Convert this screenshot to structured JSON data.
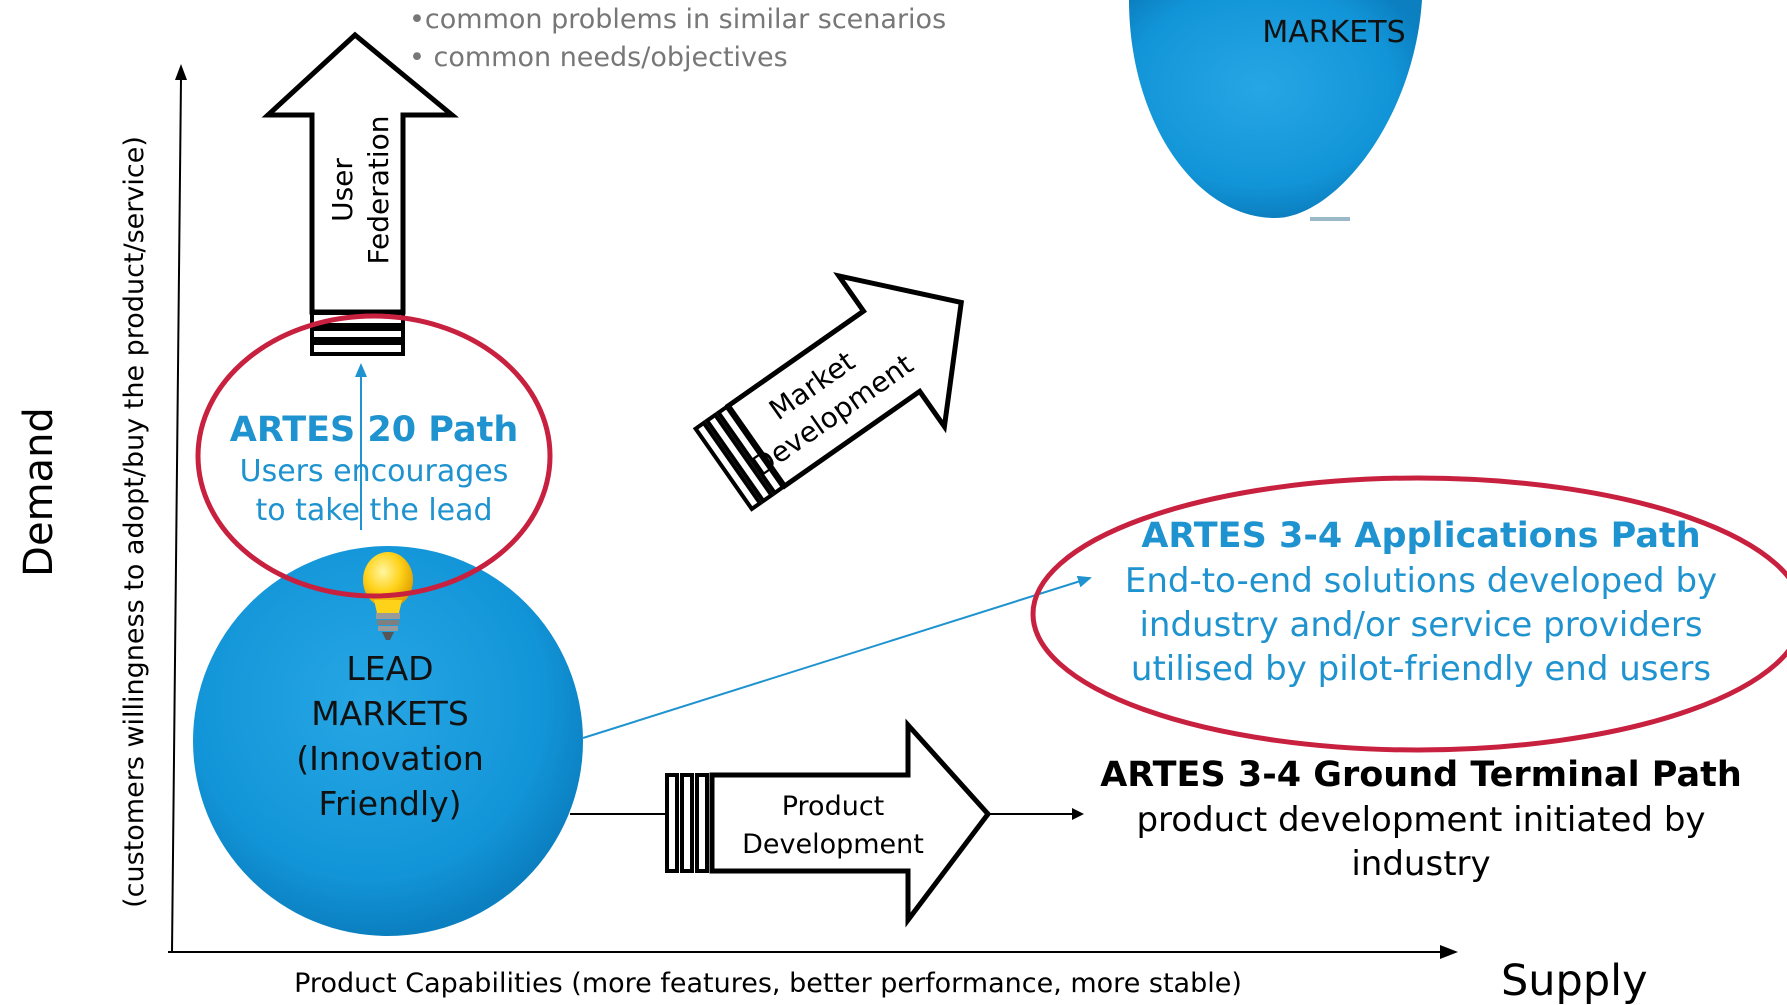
{
  "notes": {
    "line1": "•common problems in similar scenarios",
    "line2": "• common needs/objectives"
  },
  "markets": {
    "mature_partial": "MARKETS",
    "lead_line1": "LEAD",
    "lead_line2": "MARKETS",
    "lead_line3": "(Innovation",
    "lead_line4": "Friendly)"
  },
  "arrows": {
    "user_federation_line1": "User",
    "user_federation_line2": "Federation",
    "market_development_line1": "Market",
    "market_development_line2": "Development",
    "product_development_line1": "Product",
    "product_development_line2": "Development"
  },
  "paths": {
    "artes20_title": "ARTES 20 Path",
    "artes20_line1": "Users encourages",
    "artes20_line2": "to take the lead",
    "apps_title": "ARTES 3-4 Applications Path",
    "apps_line1": "End-to-end solutions developed by",
    "apps_line2": "industry and/or service providers",
    "apps_line3": "utilised by pilot-friendly end users",
    "ground_title": "ARTES 3-4 Ground Terminal Path",
    "ground_line1": "product development initiated by",
    "ground_line2": "industry"
  },
  "axes": {
    "y_title": "Demand",
    "y_subtitle": "(customers willingness to adopt/buy the product/service)",
    "x_title": "Supply",
    "x_subtitle": "Product Capabilities (more features, better performance, more stable)"
  },
  "colors": {
    "circle_blue": "#1295d8",
    "path_text_blue": "#1f93cf",
    "highlight_red": "#c8203f"
  }
}
